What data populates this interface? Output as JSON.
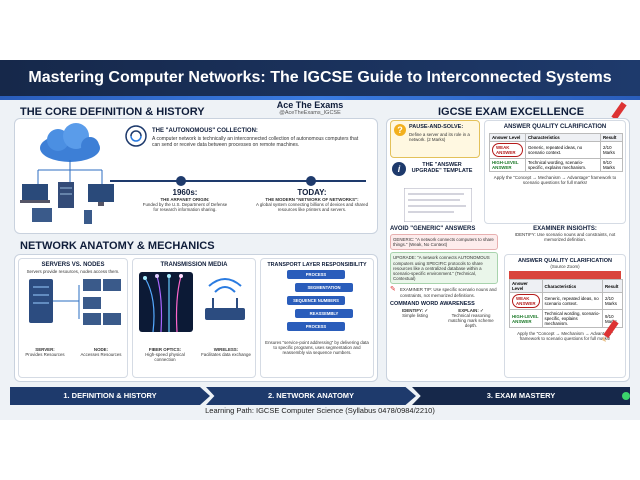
{
  "title": "Mastering Computer Networks: The IGCSE Guide to Interconnected Systems",
  "core": {
    "heading": "THE CORE DEFINITION & HISTORY",
    "brand": "Ace The Exams",
    "handle": "@AceTheExams_IGCSE",
    "collection_title": "THE \"AUTONOMOUS\" COLLECTION:",
    "collection_text": "A computer network is technically an interconnected collection of autonomous computers that can send or receive data between processes on remote machines.",
    "y1960_title": "1960s:",
    "y1960_sub": "THE ARPANET ORIGIN:",
    "y1960_text": "Funded by the U.S. Department of Defense for research information sharing.",
    "today_title": "TODAY:",
    "today_sub": "THE MODERN \"NETWORK OF NETWORKS\":",
    "today_text": "A global system connecting billions of devices and shared resources like printers and servers."
  },
  "anatomy": {
    "heading": "NETWORK ANATOMY & MECHANICS",
    "servers_title": "SERVERS VS. NODES",
    "servers_text": "Servers provide resources, nodes access them.",
    "server_label": "SERVER:",
    "server_text": "Provides Resources",
    "node_label": "NODE:",
    "node_text": "Accesses Resources",
    "media_title": "TRANSMISSION MEDIA",
    "fiber_label": "FIBER OPTICS:",
    "fiber_text": "High-speed physical connection",
    "wireless_label": "WIRELESS:",
    "wireless_text": "Facilitates data exchange",
    "transport_title": "TRANSPORT LAYER RESPONSIBILITY",
    "flow": [
      "PROCESS",
      "SEGMENTATION",
      "SEQUENCE NUMBERS",
      "REASSEMBLY",
      "PROCESS"
    ],
    "transport_text": "Ensures \"service-point addressing\" by delivering data to specific programs, uses segmentation and reassembly via sequence numbers."
  },
  "exam": {
    "heading": "IGCSE EXAM EXCELLENCE",
    "pause_title": "PAUSE-AND-SOLVE:",
    "pause_text": "Define a server and its role in a network. (2 Marks)",
    "template_title": "THE \"ANSWER UPGRADE\" TEMPLATE",
    "quality_title": "ANSWER QUALITY CLARIFICATION",
    "quality_sub": "(Source Zoom)",
    "table_headers": [
      "Answer Level",
      "Characteristics",
      "Result"
    ],
    "weak_label": "WEAK ANSWER",
    "weak_chars": "Generic, repeated ideas, no scenario context.",
    "weak_result": "2/10 Marks",
    "high_label": "HIGH-LEVEL ANSWER",
    "high_chars": "Technical wording, scenario-specific, explains mechanism.",
    "high_result": "9/10 Marks",
    "apply_text": "Apply the \"Concept → Mechanism → Advantage\" framework to scenario questions for full marks!",
    "avoid_title": "AVOID \"GENERIC\" ANSWERS",
    "generic_text": "GENERIC: \"A network connects computers to share things.\" (Weak, No Context)",
    "upgrade_text": "UPGRADE: \"A network connects AUTONOMOUS computers using SPECIFIC protocols to share resources like a centralized database within a scenario-specific environment.\" (Technical, Contextual)",
    "tip_text": "EXAMINER TIP: Use specific scenario nouns and constraints, not memorized definitions.",
    "insights_title": "EXAMINER INSIGHTS:",
    "insights_text": "IDENTIFY: Use scenario nouns and constraints, not memorized definition.",
    "command_title": "COMMAND WORD AWARENESS",
    "identify_label": "IDENTIFY: ✓",
    "identify_text": "Simple listing",
    "explain_label": "EXPLAIN: ✓",
    "explain_text": "Technical reasoning matching mark scheme depth."
  },
  "nav": [
    "1. DEFINITION & HISTORY",
    "2. NETWORK ANATOMY",
    "3. EXAM MASTERY"
  ],
  "footer": "Learning Path: IGCSE Computer Science (Syllabus 0478/0984/2210)"
}
